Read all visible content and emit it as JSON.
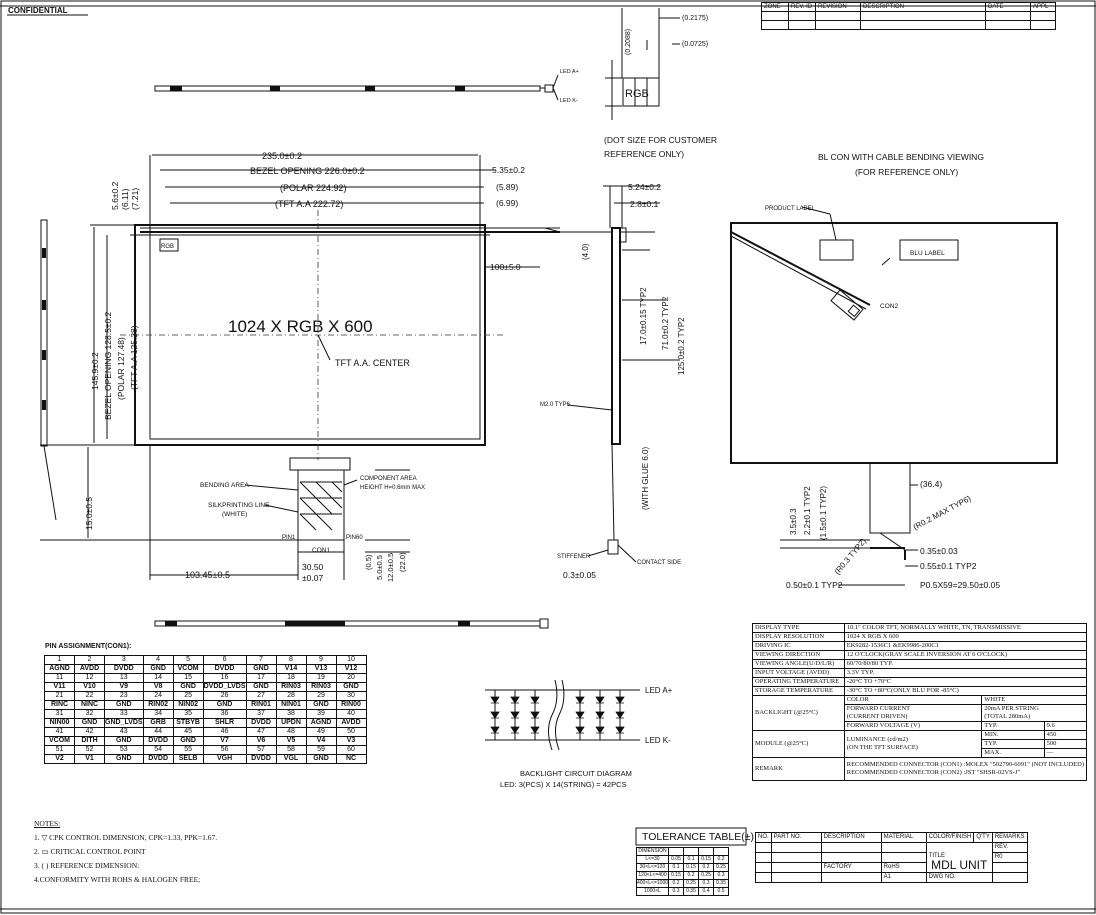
{
  "header": {
    "confidential": "CONFIDENTIAL",
    "revision_cols": [
      "ZONE",
      "REV. ID",
      "REVISION",
      "DESCRIPTION",
      "DATE",
      "APPL"
    ]
  },
  "rgb_dot": {
    "label": "RGB",
    "dim_h": "(0.2088)",
    "dim_w1": "(0.2175)",
    "dim_w2": "(0.0725)",
    "caption1": "(DOT SIZE FOR CUSTOMER",
    "caption2": "REFERENCE ONLY)"
  },
  "top_view": {
    "led_a": "LED A+",
    "led_k": "LED K-"
  },
  "front_view": {
    "dim_235": "235.0±0.2",
    "bezel_w": "BEZEL OPENING 226.0±0.2",
    "polar_w": "(POLAR 224.92)",
    "tft_w": "(TFT A.A 222.72)",
    "r1": "5.35±0.2",
    "r2": "(5.89)",
    "r3": "(6.99)",
    "l1": "5.6±0.2",
    "l2": "(6.11)",
    "l3": "(7.21)",
    "h_total": "145.9±0.2",
    "bezel_h": "BEZEL OPENING 128.5±0.2",
    "polar_h": "(POLAR 127.48)",
    "tft_h": "(TFT A.A 125.28)",
    "resolution": "1024 X RGB X 600",
    "center": "TFT A.A. CENTER",
    "rgb_small": "RGB",
    "bending": "BENDING AREA",
    "component": "COMPONENT AREA",
    "component2": "HEIGHT H=0.6mm MAX",
    "silk": "SILKPRINTING LINE",
    "silk2": "(WHITE)",
    "pin1": "PIN1",
    "con1": "CON1",
    "pin60": "PIN60",
    "d1": "103.45±0.5",
    "d2": "30.50",
    "d3": "±0.07",
    "d4": "15.0±0.5",
    "d5": "(0.5)",
    "d6": "5.0±0.5",
    "d7": "12.0±0.5",
    "d8": "(22.0)"
  },
  "side_view": {
    "s1": "5.24±0.2",
    "s2": "2.8±0.1",
    "s3": "100±5.0",
    "s4": "(4.0)",
    "s5": "17.0±0.15 TYP2",
    "s6": "71.0±0.2 TYP2",
    "s7": "125.0±0.2 TYP2",
    "m2": "M2.0 TYP6",
    "glue": "(WITH GLUE 6.0)",
    "stiff": "STIFFENER",
    "contact": "CONTACT SIDE",
    "s8": "0.3±0.05"
  },
  "back_view": {
    "title1": "BL CON WITH CABLE BENDING VIEWING",
    "title2": "(FOR REFERENCE ONLY)",
    "product": "PRODUCT LABEL",
    "blu": "BLU LABEL",
    "con2": "CON2",
    "b1": "(36.4)",
    "b2": "(R0.2 MAX TYP6)",
    "b3": "3.5±0.3",
    "b4": "2.2±0.1 TYP2",
    "b5": "(1.5±0.1 TYP2)",
    "b6": "(R0.3 TYP2)",
    "b7": "0.35±0.03",
    "b8": "0.55±0.1 TYP2",
    "b9": "0.50±0.1 TYP2",
    "b10": "P0.5X59=29.50±0.05"
  },
  "pin_table": {
    "title": "PIN ASSIGNMENT(CON1):",
    "rows": [
      [
        "1",
        "2",
        "3",
        "4",
        "5",
        "6",
        "7",
        "8",
        "9",
        "10"
      ],
      [
        "AGND",
        "AVDD",
        "DVDD",
        "GND",
        "VCOM",
        "DVDD",
        "GND",
        "V14",
        "V13",
        "V12"
      ],
      [
        "11",
        "12",
        "13",
        "14",
        "15",
        "16",
        "17",
        "18",
        "19",
        "20"
      ],
      [
        "V11",
        "V10",
        "V9",
        "V8",
        "GND",
        "DVDD_LVDS",
        "GND",
        "RIN03",
        "RIN03",
        "GND"
      ],
      [
        "21",
        "22",
        "23",
        "24",
        "25",
        "26",
        "27",
        "28",
        "29",
        "30"
      ],
      [
        "RINC",
        "NINC",
        "GND",
        "RIN02",
        "NIN02",
        "GND",
        "RIN01",
        "NIN01",
        "GND",
        "RIN00"
      ],
      [
        "31",
        "32",
        "33",
        "34",
        "35",
        "36",
        "37",
        "38",
        "39",
        "40"
      ],
      [
        "NIN00",
        "GND",
        "GND_LVDS",
        "GRB",
        "STBYB",
        "SHLR",
        "DVDD",
        "UPDN",
        "AGND",
        "AVDD"
      ],
      [
        "41",
        "42",
        "43",
        "44",
        "45",
        "46",
        "47",
        "48",
        "49",
        "50"
      ],
      [
        "VCOM",
        "DITH",
        "GND",
        "DVDD",
        "GND",
        "V7",
        "V6",
        "V5",
        "V4",
        "V3"
      ],
      [
        "51",
        "52",
        "53",
        "54",
        "55",
        "56",
        "57",
        "58",
        "59",
        "60"
      ],
      [
        "V2",
        "V1",
        "GND",
        "DVDD",
        "SELB",
        "VGH",
        "DVDD",
        "VGL",
        "GND",
        "NC"
      ]
    ]
  },
  "backlight": {
    "led_a": "LED A+",
    "led_k": "LED K-",
    "cap1": "BACKLIGHT CIRCUIT DIAGRAM",
    "cap2": "LED: 3(PCS) X 14(STRING) = 42PCS"
  },
  "notes": {
    "title": "NOTES:",
    "n1": "1. ▽ CPK CONTROL DIMENSION, CPK=1.33, PPK=1.67.",
    "n2": "2. ▭ CRITICAL CONTROL POINT",
    "n3": "3. ( ) REFERENCE DIMENSION:",
    "n4": "4.CONFORMITY WITH ROHS & HALOGEN FREE;"
  },
  "spec": {
    "rows": [
      [
        "DISPLAY TYPE",
        "10.1\" COLOR TFT, NORMALLY WHITE, TN, TRANSMISSIVE"
      ],
      [
        "DISPLAY RESOLUTION",
        "1024 X RGB X 600"
      ],
      [
        "DRIVING IC",
        "EK9282-1536C1 &EK9986-200C1"
      ],
      [
        "VIEWING DIRECTION",
        "12 O'CLOCK(GRAY SCALE INVERSION AT 6 O'CLOCK)"
      ],
      [
        "VIEWING ANGLE(U/D/L/R)",
        "60/70/80/80 TYP."
      ],
      [
        "INPUT VOLTAGE (AVDD)",
        "3.3V TYP."
      ],
      [
        "OPERATING TEMPERATURE",
        "-20°C TO +70°C"
      ],
      [
        "STORAGE TEMPERATURE",
        "-30°C TO +80°C(ONLY BLU FOR -85°C)"
      ]
    ],
    "backlight": "BACKLIGHT (@25°C)",
    "color": "COLOR",
    "white": "WHITE",
    "fwd_current": "FORWARD CURRENT",
    "fwd_current2": "(CURRENT DRIVEN)",
    "fwd_val": "20mA PER STRING",
    "fwd_val2": "(TOTAL 280mA)",
    "fwd_voltage": "FORWARD VOLTAGE (V)",
    "typ": "TYP.",
    "v_typ": "9.6",
    "module": "MODULE (@25°C)",
    "lum": "LUMINANCE (cd/m2)",
    "lum2": "(ON THE TFT SURFACE)",
    "min": "MIN.",
    "l_min": "450",
    "typ2": "TYP.",
    "l_typ": "500",
    "max": "MAX.",
    "l_max": "—",
    "remark": "REMARK",
    "rem1": "RECOMMENDED CONNECTOR (CON1) :MOLEX \"502790-6091\" (NOT INCLUDED)",
    "rem2": "RECOMMENDED CONNECTOR (CON2) :JST \"SHSR-02VS-J\""
  },
  "tolerance": {
    "title": "TOLERANCE TABLE(±)",
    "rows": [
      [
        "DIMENSION",
        "",
        "",
        "",
        ""
      ],
      [
        "L<=30",
        "0.05",
        "0.1",
        "0.15",
        "0.2"
      ],
      [
        "30<L<=120",
        "0.1",
        "0.15",
        "0.2",
        "0.25"
      ],
      [
        "120<L<=400",
        "0.15",
        "0.2",
        "0.25",
        "0.3"
      ],
      [
        "400<L<=1000",
        "0.2",
        "0.25",
        "0.3",
        "0.35"
      ],
      [
        "1000<L",
        "0.3",
        "0.35",
        "0.4",
        "0.5"
      ]
    ]
  },
  "titleblock": {
    "no": "NO.",
    "part": "PART NO.",
    "desc": "DESCRIPTION",
    "material": "MATERIAL",
    "color": "COLOR/FINISH",
    "qty": "Q'TY",
    "remark": "REMARKS",
    "title_lbl": "TITLE",
    "title": "MDL UNIT",
    "rev": "REV.",
    "rev_val": "R0",
    "factory": "FACTORY",
    "dwg": "DWG NO.",
    "size": "A1",
    "rohs": "RoHS"
  }
}
